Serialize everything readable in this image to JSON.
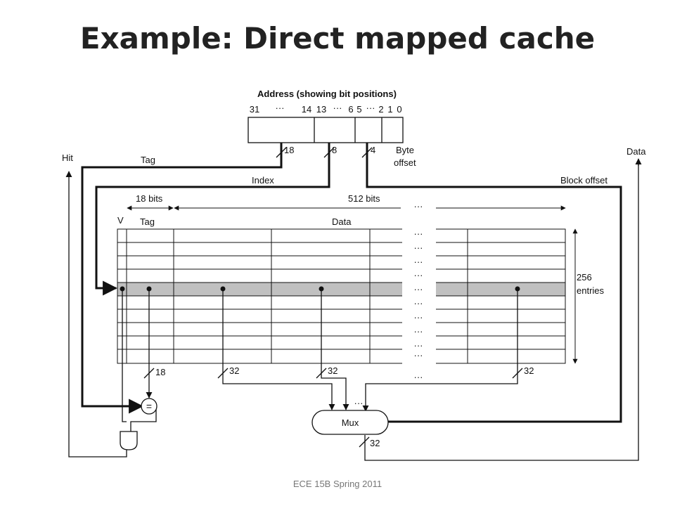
{
  "slide": {
    "title": "Example: Direct mapped cache",
    "footer": "ECE 15B Spring 2011"
  },
  "address": {
    "heading": "Address (showing bit positions)",
    "bit_positions": [
      "31",
      "···",
      "14",
      "13",
      "···",
      "6",
      "5",
      "···",
      "2",
      "1",
      "0"
    ],
    "field_widths": [
      "18",
      "8",
      "4"
    ],
    "byte_offset": [
      "Byte",
      "offset"
    ]
  },
  "labels": {
    "hit": "Hit",
    "tag": "Tag",
    "index": "Index",
    "block_offset": "Block offset",
    "data": "Data",
    "tag_bits": "18 bits",
    "data_bits": "512 bits",
    "v": "V",
    "col_tag": "Tag",
    "col_data": "Data",
    "entries": [
      "256",
      "entries"
    ]
  },
  "widths": {
    "tag_compare": "18",
    "word_a": "32",
    "word_b": "32",
    "word_c": "32",
    "mux_out": "32"
  },
  "compare_symbol": "=",
  "mux": {
    "label": "Mux",
    "inputs_ellipsis": "···"
  },
  "ellipsis": "···",
  "colors": {
    "line": "#111111",
    "highlight_row": "#c0c0c0",
    "footer": "#777777"
  }
}
